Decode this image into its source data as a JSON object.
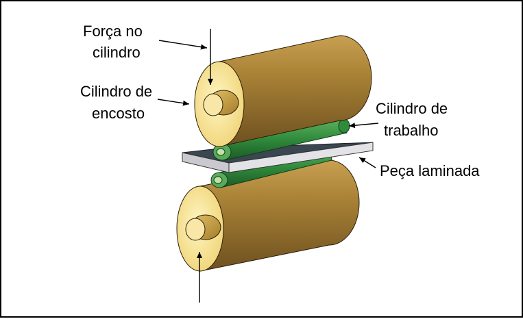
{
  "labels": {
    "forca_line1": "Força no",
    "forca_line2": "cilindro",
    "encosto_line1": "Cilindro de",
    "encosto_line2": "encosto",
    "trabalho_line1": "Cilindro de",
    "trabalho_line2": "trabalho",
    "peca": "Peça laminada"
  },
  "colors": {
    "backup_roll_body": "#a98236",
    "backup_roll_end": "#f6e08a",
    "work_roll": "#2f8a3c",
    "workpiece_top": "#3a4650",
    "workpiece_side": "#d8d8dc",
    "outline": "#000000"
  }
}
